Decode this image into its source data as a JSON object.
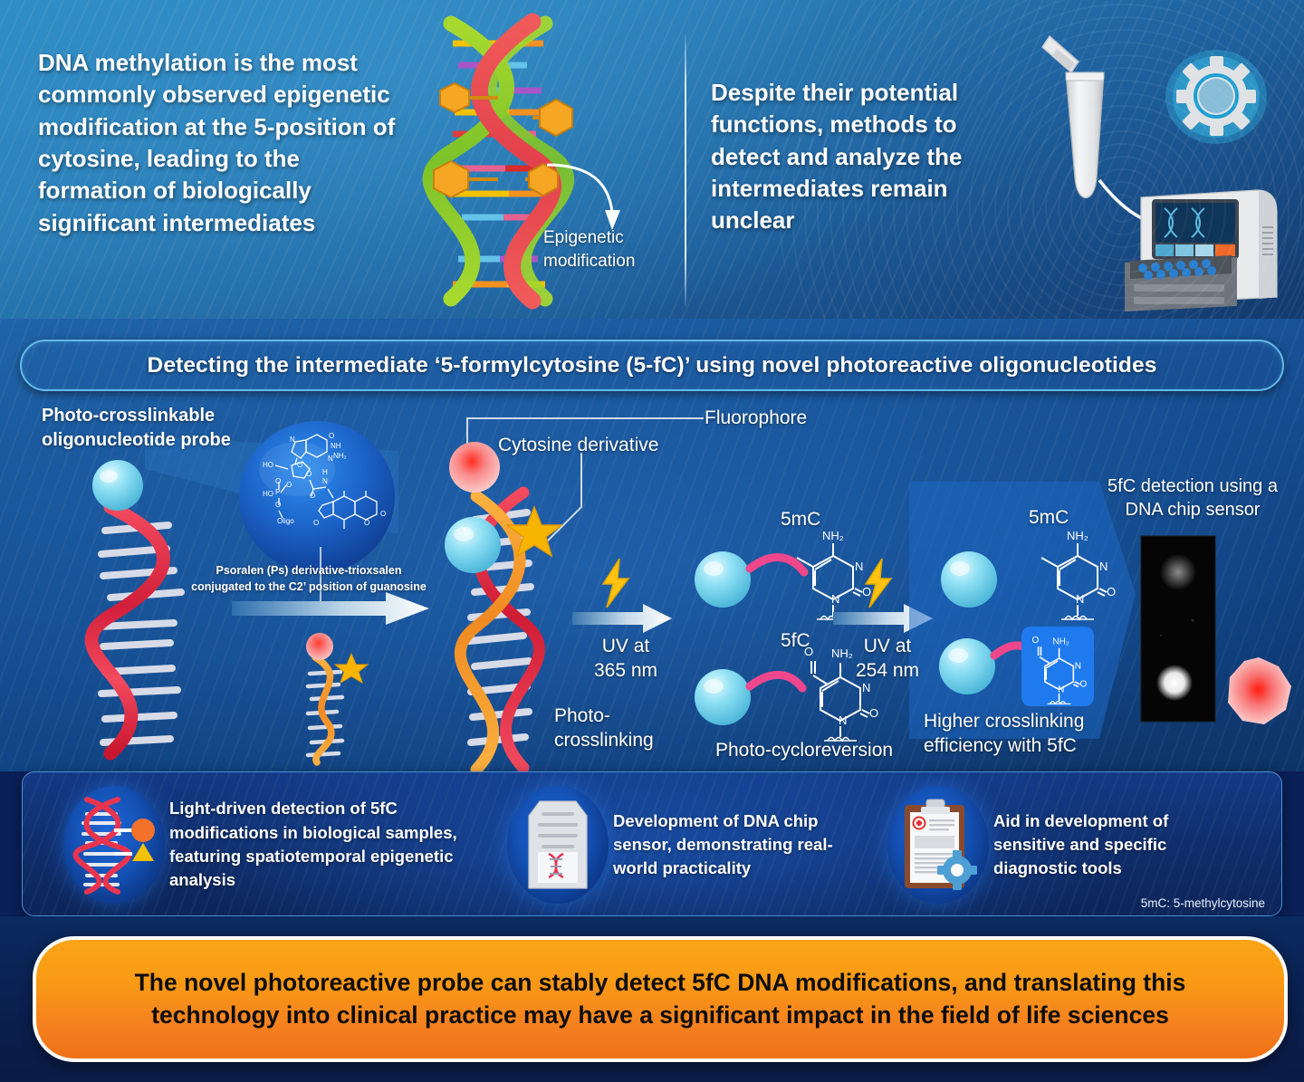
{
  "top": {
    "left_statement": "DNA methylation is the most commonly observed epigenetic modification at the 5-position of cytosine, leading to the formation of biologically significant intermediates",
    "right_statement": "Despite their potential functions, methods to detect and analyze the intermediates remain unclear",
    "epigenetic_label": "Epigenetic\nmodification",
    "icons": {
      "dna_helix": "dna-double-helix-icon",
      "microtube": "microcentrifuge-tube-icon",
      "gear": "gear-icon",
      "thermocycler": "pcr-thermocycler-icon",
      "arrow": "curved-arrow-icon"
    }
  },
  "main": {
    "title": "Detecting the intermediate ‘5-formylcytosine (5-fC)’ using novel photoreactive oligonucleotides",
    "labels": {
      "probe": "Photo-crosslinkable\noligonucleotide probe",
      "psoralen": "Psoralen (Ps) derivative-trioxsalen\nconjugated to the C2’ position of guanosine",
      "fluorophore": "Fluorophore",
      "cytosine_derivative": "Cytosine derivative",
      "uv365": "UV at\n365 nm",
      "photocrosslinking": "Photo-\ncrosslinking",
      "uv254": "UV at\n254 nm",
      "photocycloreversion": "Photo-cycloreversion",
      "higher_efficiency": "Higher crosslinking\nefficiency with 5fC",
      "chip_sensor": "5fC detection using a\nDNA chip sensor",
      "mol_5mc_a": "5mC",
      "mol_5fc": "5fC",
      "mol_5mc_b": "5mC"
    },
    "chem_atoms": {
      "nh2": "NH₂",
      "n": "N",
      "o": "O",
      "ho": "HO",
      "nh": "NH",
      "p": "P",
      "h": "H",
      "oligo": "Oligo"
    }
  },
  "benefits": {
    "items": [
      {
        "icon": "dna-with-markers-icon",
        "text": "Light-driven detection of 5fC modifications in biological samples, featuring spatiotemporal epigenetic analysis"
      },
      {
        "icon": "dna-chip-device-icon",
        "text": "Development of DNA chip sensor, demonstrating real-world practicality"
      },
      {
        "icon": "clipboard-gear-icon",
        "text": "Aid in development of sensitive and specific diagnostic tools"
      }
    ],
    "footnote": "5mC: 5-methylcytosine"
  },
  "conclusion": {
    "text": "The novel photoreactive probe can stably detect 5fC DNA modifications, and translating this technology into clinical practice may have a significant impact in the field of life sciences"
  },
  "colors": {
    "top_band_blue": "#2b7fb8",
    "mid_blue": "#134a8c",
    "deep_navy": "#0a1f4d",
    "accent_orange": "#f5821f",
    "banner_navy": "#102f72",
    "probe_cyan": "#7fd9f2",
    "dna_red": "#e8344e",
    "dna_orange": "#f3922f",
    "dna_green": "#8dc63f",
    "hexagon_amber": "#f5a623",
    "star_yellow": "#ffc20e",
    "fluorophore_red": "#ef4444"
  }
}
